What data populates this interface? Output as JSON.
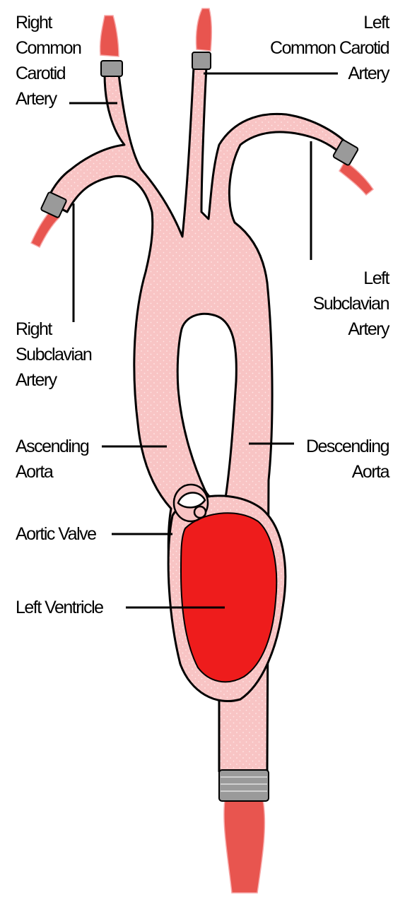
{
  "labels": {
    "right_common_carotid": [
      "Right",
      "Common",
      "Carotid",
      "Artery"
    ],
    "left_common_carotid": [
      "Left",
      "Common Carotid",
      "Artery"
    ],
    "left_subclavian": [
      "Left",
      "Subclavian",
      "Artery"
    ],
    "right_subclavian": [
      "Right",
      "Subclavian",
      "Artery"
    ],
    "ascending_aorta": [
      "Ascending",
      "Aorta"
    ],
    "descending_aorta": [
      "Descending",
      "Aorta"
    ],
    "aortic_valve": "Aortic Valve",
    "left_ventricle": "Left Ventricle"
  },
  "colors": {
    "vessel": "#f8c4c4",
    "vessel_outline": "#000000",
    "ventricle": "#ee1c1c",
    "band": "#9a9a9a",
    "vessel_end": "#e8554f",
    "background": "#ffffff"
  }
}
